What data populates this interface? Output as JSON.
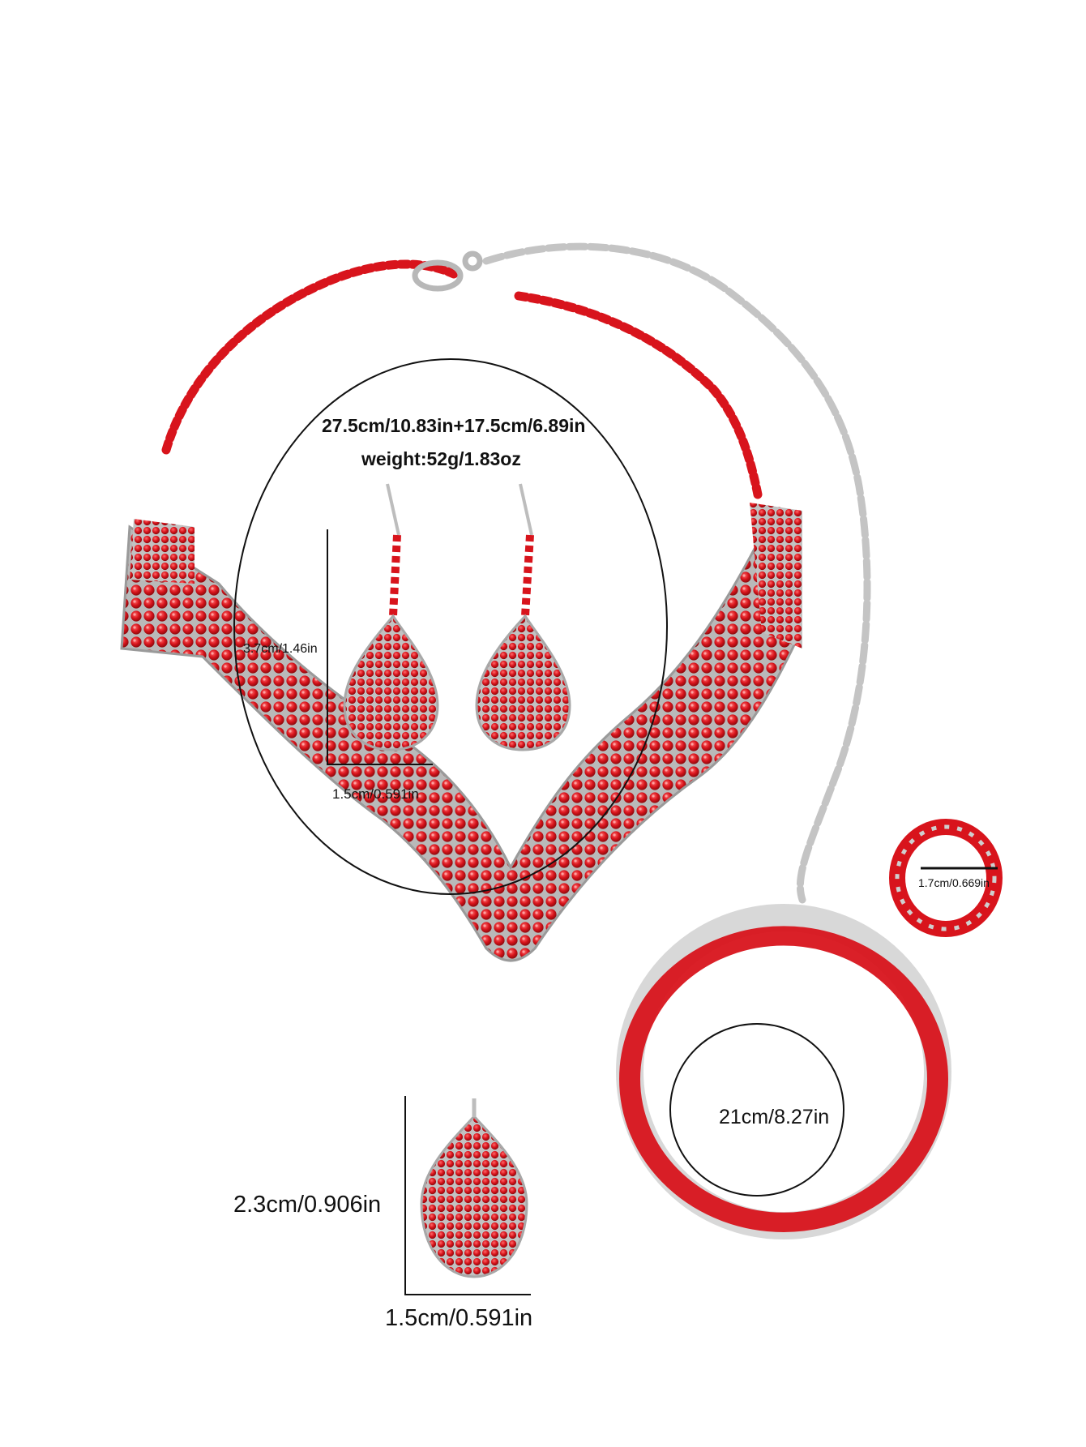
{
  "product_photo": {
    "subject": "red rhinestone jewelry set",
    "colors": {
      "stone": "#d8141c",
      "stone_dark": "#a40d12",
      "metal": "#c9c9c9",
      "line": "#111111"
    },
    "labels": {
      "necklace_length": "27.5cm/10.83in+17.5cm/6.89in",
      "weight": "weight:52g/1.83oz",
      "earring_height": "3.7cm/1.46in",
      "earring_width": "1.5cm/0.591in",
      "ring_diameter": "1.7cm/0.669in",
      "bracelet_diameter": "21cm/8.27in",
      "pendant_height": "2.3cm/0.906in",
      "pendant_width": "1.5cm/0.591in"
    }
  }
}
